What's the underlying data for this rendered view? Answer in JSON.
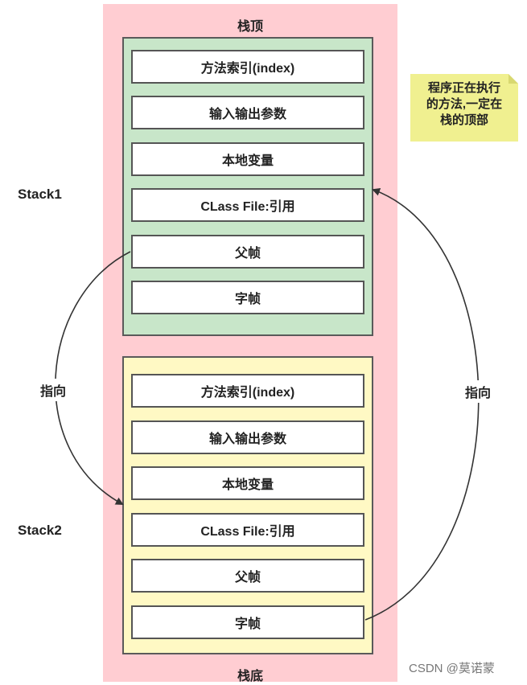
{
  "stack_area": {
    "top_label": "栈顶",
    "bottom_label": "栈底"
  },
  "stack1": {
    "label": "Stack1",
    "slots": [
      "方法索引(index)",
      "输入输出参数",
      "本地变量",
      "CLass File:引用",
      "父帧",
      "字帧"
    ]
  },
  "stack2": {
    "label": "Stack2",
    "slots": [
      "方法索引(index)",
      "输入输出参数",
      "本地变量",
      "CLass File:引用",
      "父帧",
      "字帧"
    ]
  },
  "note": {
    "lines": [
      "程序正在执行",
      "的方法,一定在",
      "栈的顶部"
    ]
  },
  "arrows": {
    "left_label": "指向",
    "right_label": "指向"
  },
  "watermark": "CSDN @莫诺蒙",
  "colors": {
    "stack_area": "#ffcdd2",
    "stack1_frame": "#c8e6c9",
    "stack2_frame": "#fff9c4",
    "note": "#f0f090"
  }
}
